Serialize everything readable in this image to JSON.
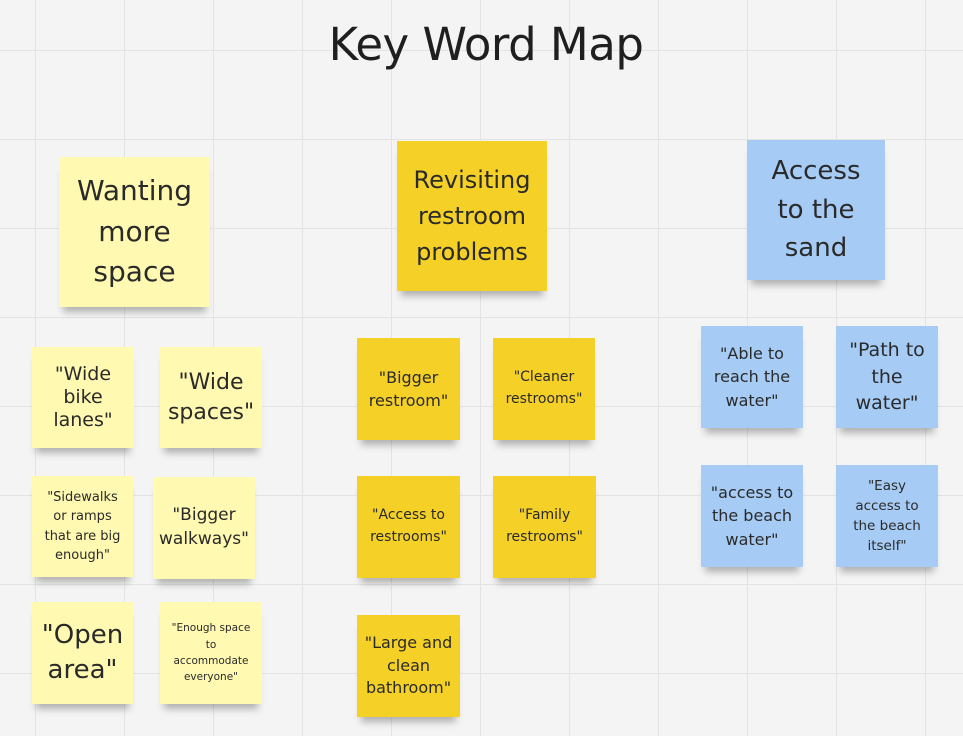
{
  "board": {
    "title": "Key Word Map",
    "colors": {
      "pale_yellow": "#fff9b1",
      "yellow": "#f5d128",
      "blue": "#a6ccf5"
    }
  },
  "columns": [
    {
      "header": "Wanting\nmore\nspace",
      "notes": [
        "\"Wide\nbike\nlanes\"",
        "\"Wide\nspaces\"",
        "\"Sidewalks\nor ramps\nthat are big\nenough\"",
        "\"Bigger\nwalkways\"",
        "\"Open\narea\"",
        "\"Enough space\nto\naccommodate\neveryone\""
      ]
    },
    {
      "header": "Revisiting\nrestroom\nproblems",
      "notes": [
        "\"Bigger\nrestroom\"",
        "\"Cleaner\nrestrooms\"",
        "\"Access to\nrestrooms\"",
        "\"Family\nrestrooms\"",
        "\"Large and\nclean\nbathroom\""
      ]
    },
    {
      "header": "Access\nto the\nsand",
      "notes": [
        "\"Able to\nreach the\nwater\"",
        "\"Path to\nthe\nwater\"",
        "\"access to\nthe beach\nwater\"",
        "\"Easy\naccess to\nthe beach\nitself\""
      ]
    }
  ]
}
